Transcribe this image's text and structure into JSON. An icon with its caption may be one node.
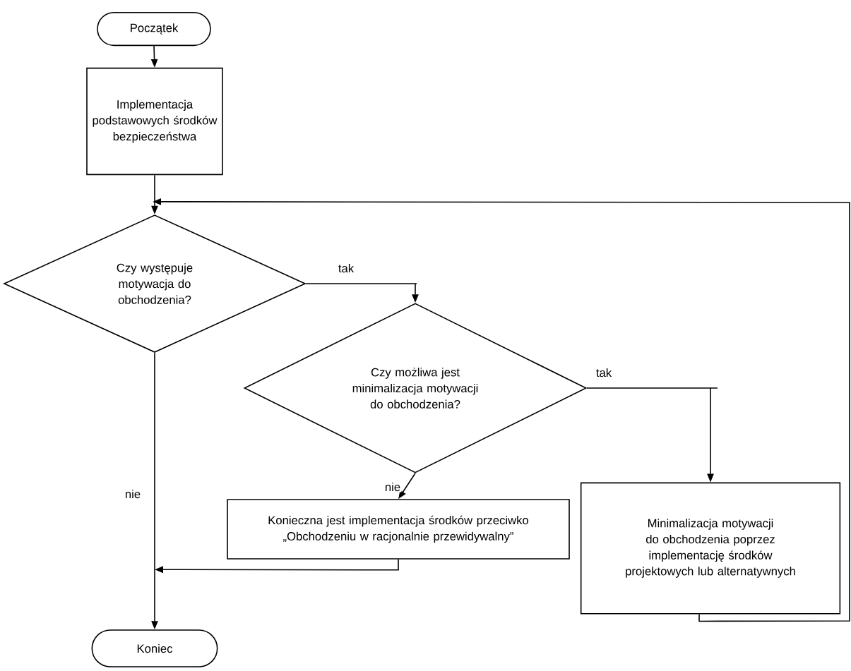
{
  "diagram": {
    "nodes": [
      {
        "text": [
          "Początek"
        ]
      },
      {
        "text": [
          "Implementacja podstawowych środków bezpieczeństwa"
        ]
      },
      {
        "text": [
          "Czy występuje motywacja do obchodzenia?"
        ]
      },
      {
        "text": [
          "Czy możliwa jest minimalizacja motywacji do obchodzenia?"
        ]
      },
      {
        "text": [
          "Konieczna jest implementacja środków przeciwko „Obchodzeniu w racjonalnie przewidywalny”"
        ]
      },
      {
        "text": [
          "Minimalizacja motywacji do obchodzenia poprzez implementację środków projektowych lub alternatywnych"
        ]
      },
      {
        "text": [
          "Koniec"
        ]
      }
    ],
    "edges": [
      {
        "from": 0,
        "to": 1,
        "arrow": "to"
      },
      {
        "from": 1,
        "to": 2,
        "arrow": "to"
      },
      {
        "from": 2,
        "to": 3,
        "arrow": "to",
        "label": "tak"
      },
      {
        "from": 2,
        "to": 6,
        "arrow": "to",
        "label": "nie"
      },
      {
        "from": 3,
        "to": 4,
        "arrow": "to",
        "label": "nie"
      },
      {
        "from": 3,
        "to": 5,
        "arrow": "to",
        "label": "tak"
      },
      {
        "from": 4,
        "to": 6,
        "arrow": "to"
      },
      {
        "from": 5,
        "to": 2,
        "arrow": "to"
      }
    ]
  }
}
